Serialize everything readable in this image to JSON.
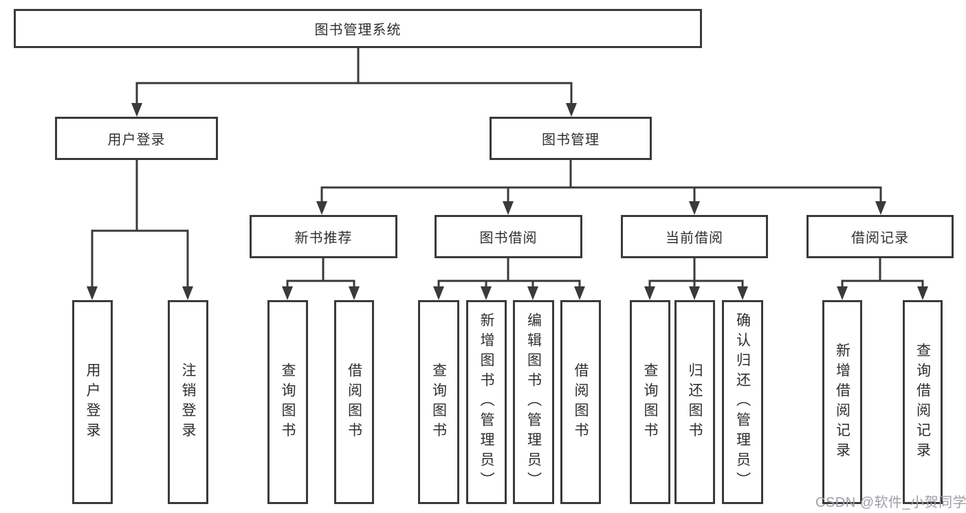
{
  "diagram_title": "图书管理系统",
  "tree": {
    "root": {
      "label": "图书管理系统",
      "children": [
        {
          "label": "用户登录",
          "children": [
            {
              "label": "用户登录"
            },
            {
              "label": "注销登录"
            }
          ]
        },
        {
          "label": "图书管理",
          "children": [
            {
              "label": "新书推荐",
              "children": [
                {
                  "label": "查询图书"
                },
                {
                  "label": "借阅图书"
                }
              ]
            },
            {
              "label": "图书借阅",
              "children": [
                {
                  "label": "查询图书"
                },
                {
                  "label": "新增图书（管理员）"
                },
                {
                  "label": "编辑图书（管理员）"
                },
                {
                  "label": "借阅图书"
                }
              ]
            },
            {
              "label": "当前借阅",
              "children": [
                {
                  "label": "查询图书"
                },
                {
                  "label": "归还图书"
                },
                {
                  "label": "确认归还（管理员）"
                }
              ]
            },
            {
              "label": "借阅记录",
              "children": [
                {
                  "label": "新增借阅记录"
                },
                {
                  "label": "查询借阅记录"
                }
              ]
            }
          ]
        }
      ]
    }
  },
  "watermark": "CSDN @软件_小贺同学",
  "colors": {
    "line": "#3a3a3a",
    "text": "#2f2f2f",
    "box_background": "#ffffff",
    "watermark": "#9d9da5"
  }
}
